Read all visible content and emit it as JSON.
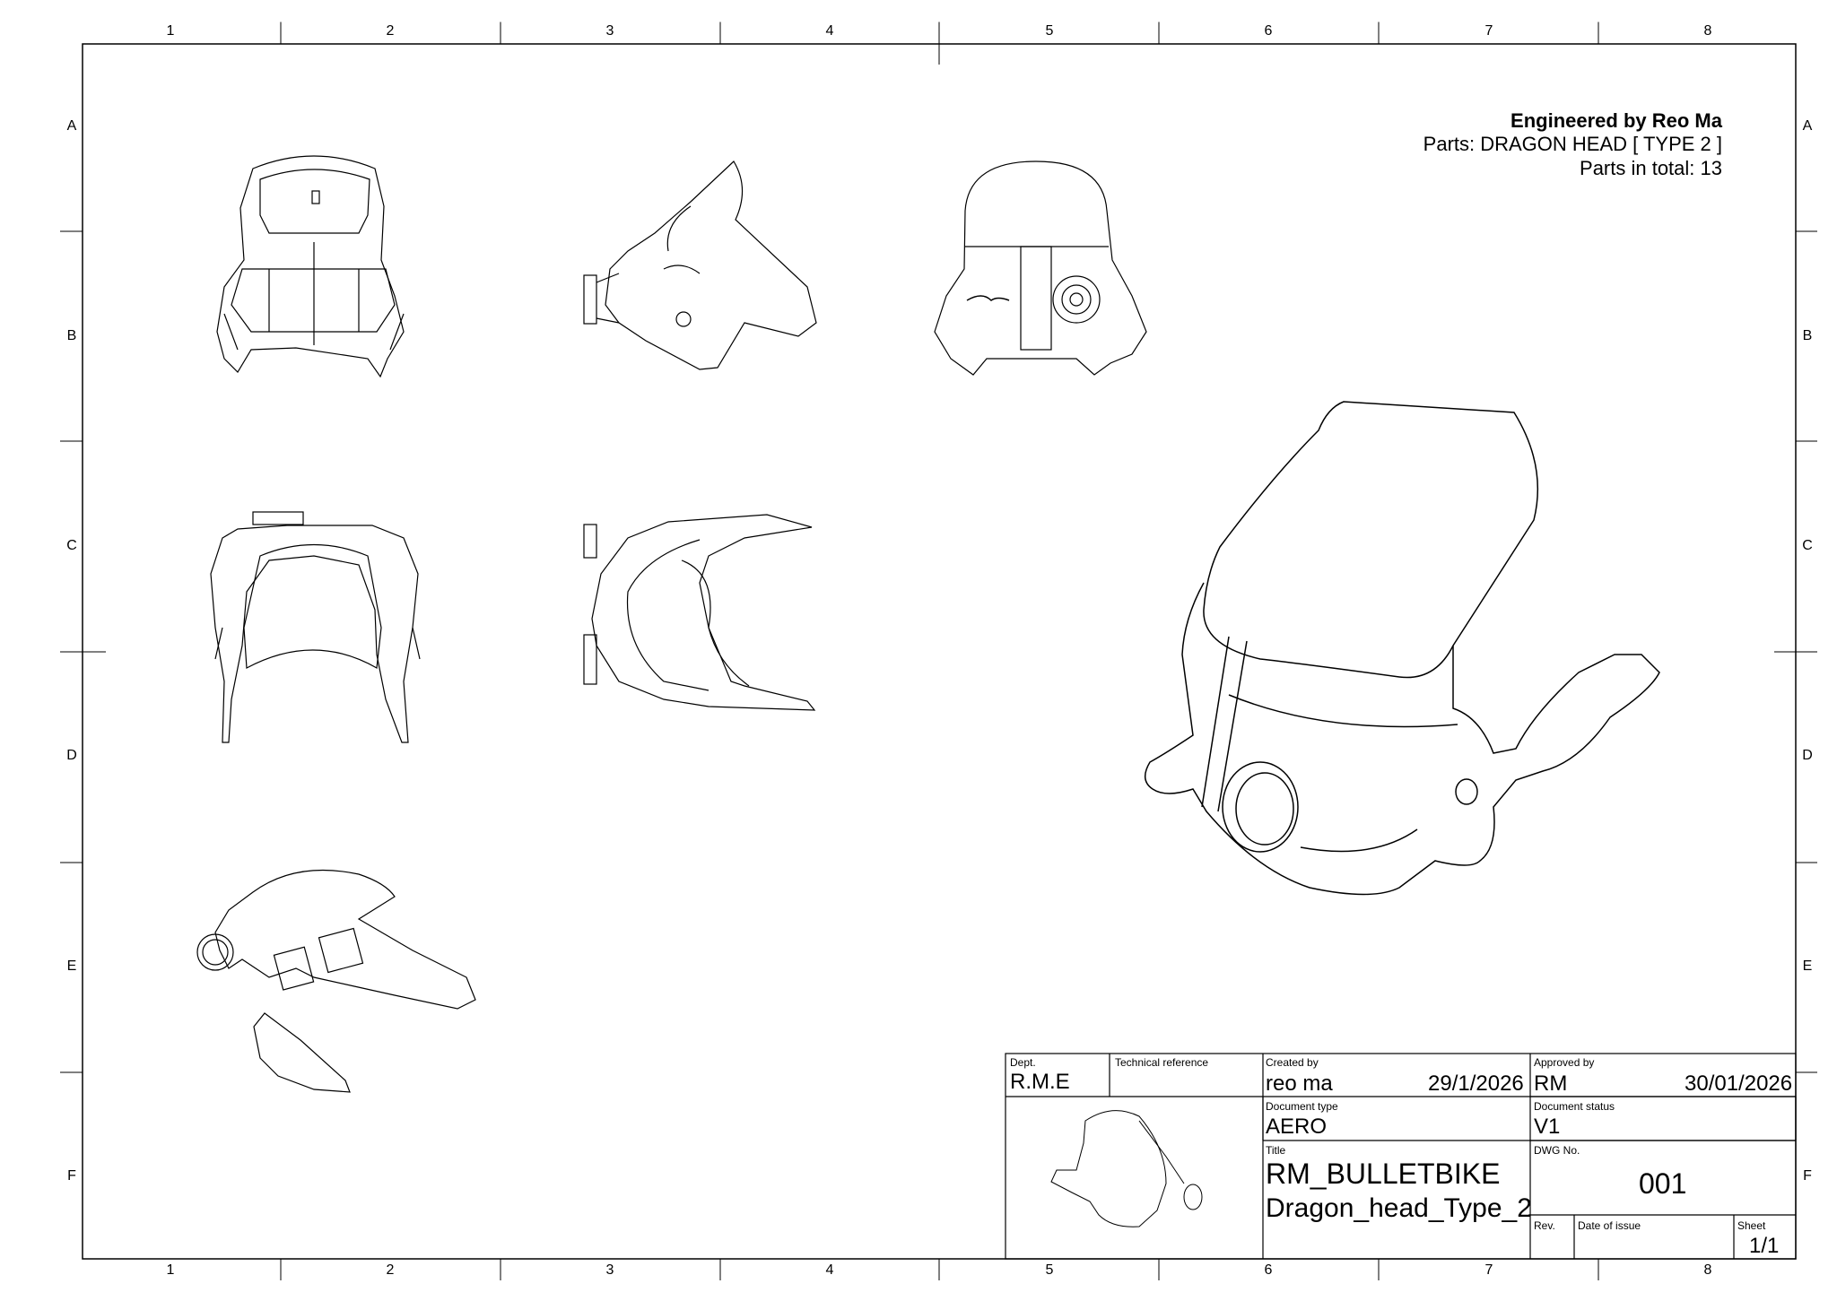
{
  "border": {
    "columns": [
      "1",
      "2",
      "3",
      "4",
      "5",
      "6",
      "7",
      "8"
    ],
    "rows": [
      "A",
      "B",
      "C",
      "D",
      "E",
      "F"
    ]
  },
  "header": {
    "engineered_by": "Engineered by Reo Ma",
    "parts": "Parts: DRAGON HEAD [ TYPE 2 ]",
    "parts_total": "Parts in total: 13"
  },
  "title_block": {
    "dept_label": "Dept.",
    "dept_value": "R.M.E",
    "tech_ref_label": "Technical reference",
    "created_by_label": "Created by",
    "created_by_value": "reo ma",
    "created_date": "29/1/2026",
    "approved_by_label": "Approved by",
    "approved_by_value": "RM",
    "approved_date": "30/01/2026",
    "doc_type_label": "Document type",
    "doc_type_value": "AERO",
    "doc_status_label": "Document status",
    "doc_status_value": "V1",
    "title_label": "Title",
    "title_line1": "RM_BULLETBIKE",
    "title_line2": "Dragon_head_Type_2",
    "dwg_label": "DWG No.",
    "dwg_value": "001",
    "rev_label": "Rev.",
    "date_issue_label": "Date of issue",
    "sheet_label": "Sheet",
    "sheet_value": "1/1"
  }
}
